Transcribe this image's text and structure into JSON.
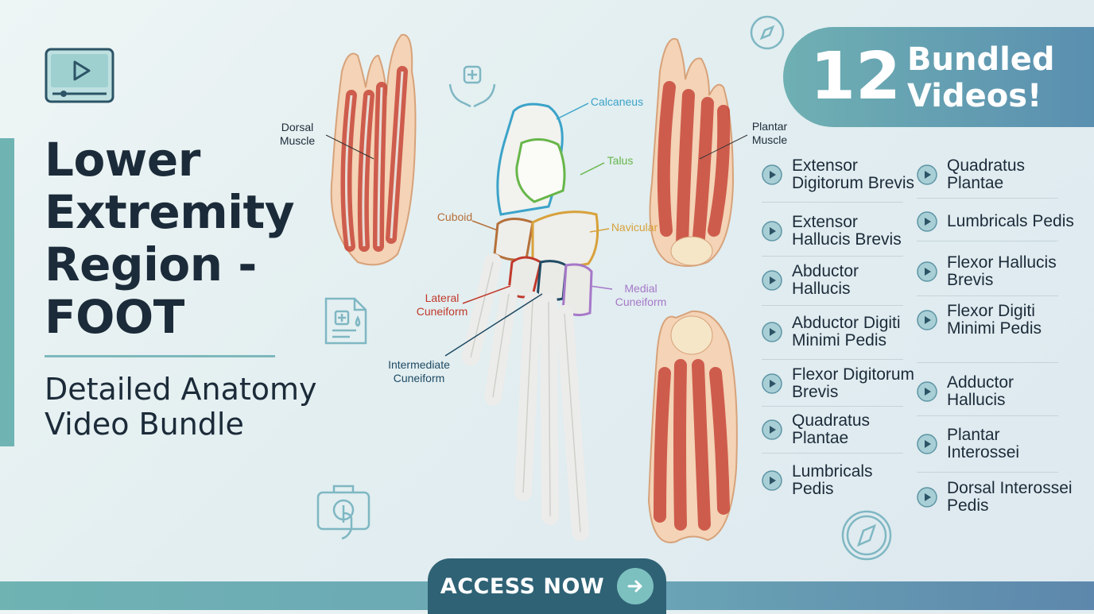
{
  "header": {
    "title": "Lower Extremity Region - FOOT",
    "subtitle": "Detailed Anatomy Video Bundle"
  },
  "badge": {
    "count": "12",
    "text_line1": "Bundled",
    "text_line2": "Videos!"
  },
  "anatomy_labels": {
    "dorsal_line1": "Dorsal",
    "dorsal_line2": "Muscle",
    "plantar_line1": "Plantar",
    "plantar_line2": "Muscle",
    "calcaneus": "Calcaneus",
    "talus": "Talus",
    "cuboid": "Cuboid",
    "navicular": "Navicular",
    "lateral_line1": "Lateral",
    "lateral_line2": "Cuneiform",
    "medial_line1": "Medial",
    "medial_line2": "Cuneiform",
    "intermediate_line1": "Intermediate",
    "intermediate_line2": "Cuneiform"
  },
  "videos": {
    "left": [
      {
        "line1": "Extensor",
        "line2": "Digitorum Brevis"
      },
      {
        "line1": "Extensor",
        "line2": "Hallucis Brevis"
      },
      {
        "line1": "Abductor",
        "line2": "Hallucis"
      },
      {
        "line1": "Abductor Digiti",
        "line2": "Minimi Pedis"
      },
      {
        "line1": "Flexor Digitorum",
        "line2": "Brevis"
      },
      {
        "line1": "Quadratus",
        "line2": "Plantae"
      },
      {
        "line1": "Lumbricals",
        "line2": "Pedis"
      }
    ],
    "right": [
      {
        "line1": "Quadratus",
        "line2": "Plantae"
      },
      {
        "line1": "Lumbricals Pedis",
        "line2": ""
      },
      {
        "line1": "Flexor Hallucis",
        "line2": "Brevis"
      },
      {
        "line1": "Flexor Digiti",
        "line2": "Minimi Pedis"
      },
      {
        "line1": "Adductor",
        "line2": "Hallucis"
      },
      {
        "line1": "Plantar",
        "line2": "Interossei"
      },
      {
        "line1": "Dorsal Interossei",
        "line2": "Pedis"
      }
    ]
  },
  "cta": {
    "label": "ACCESS NOW"
  },
  "icons": {
    "video": "video-player-icon",
    "medical_hands": "medical-hands-icon",
    "medical_document": "medical-document-icon",
    "medical_kit": "medical-kit-touch-icon",
    "compass": "compass-icon",
    "play": "play-icon",
    "arrow": "arrow-right-icon"
  },
  "colors": {
    "accent_teal": "#6fb3b3",
    "badge_blue": "#5a8fb0",
    "cta_dark": "#2f6275",
    "calcaneus": "#3ba3c9",
    "talus": "#67b64a",
    "cuboid": "#b5703a",
    "navicular": "#d8a13a",
    "lateral": "#c0392b",
    "medial": "#a678c9",
    "intermediate": "#1f4a63"
  }
}
